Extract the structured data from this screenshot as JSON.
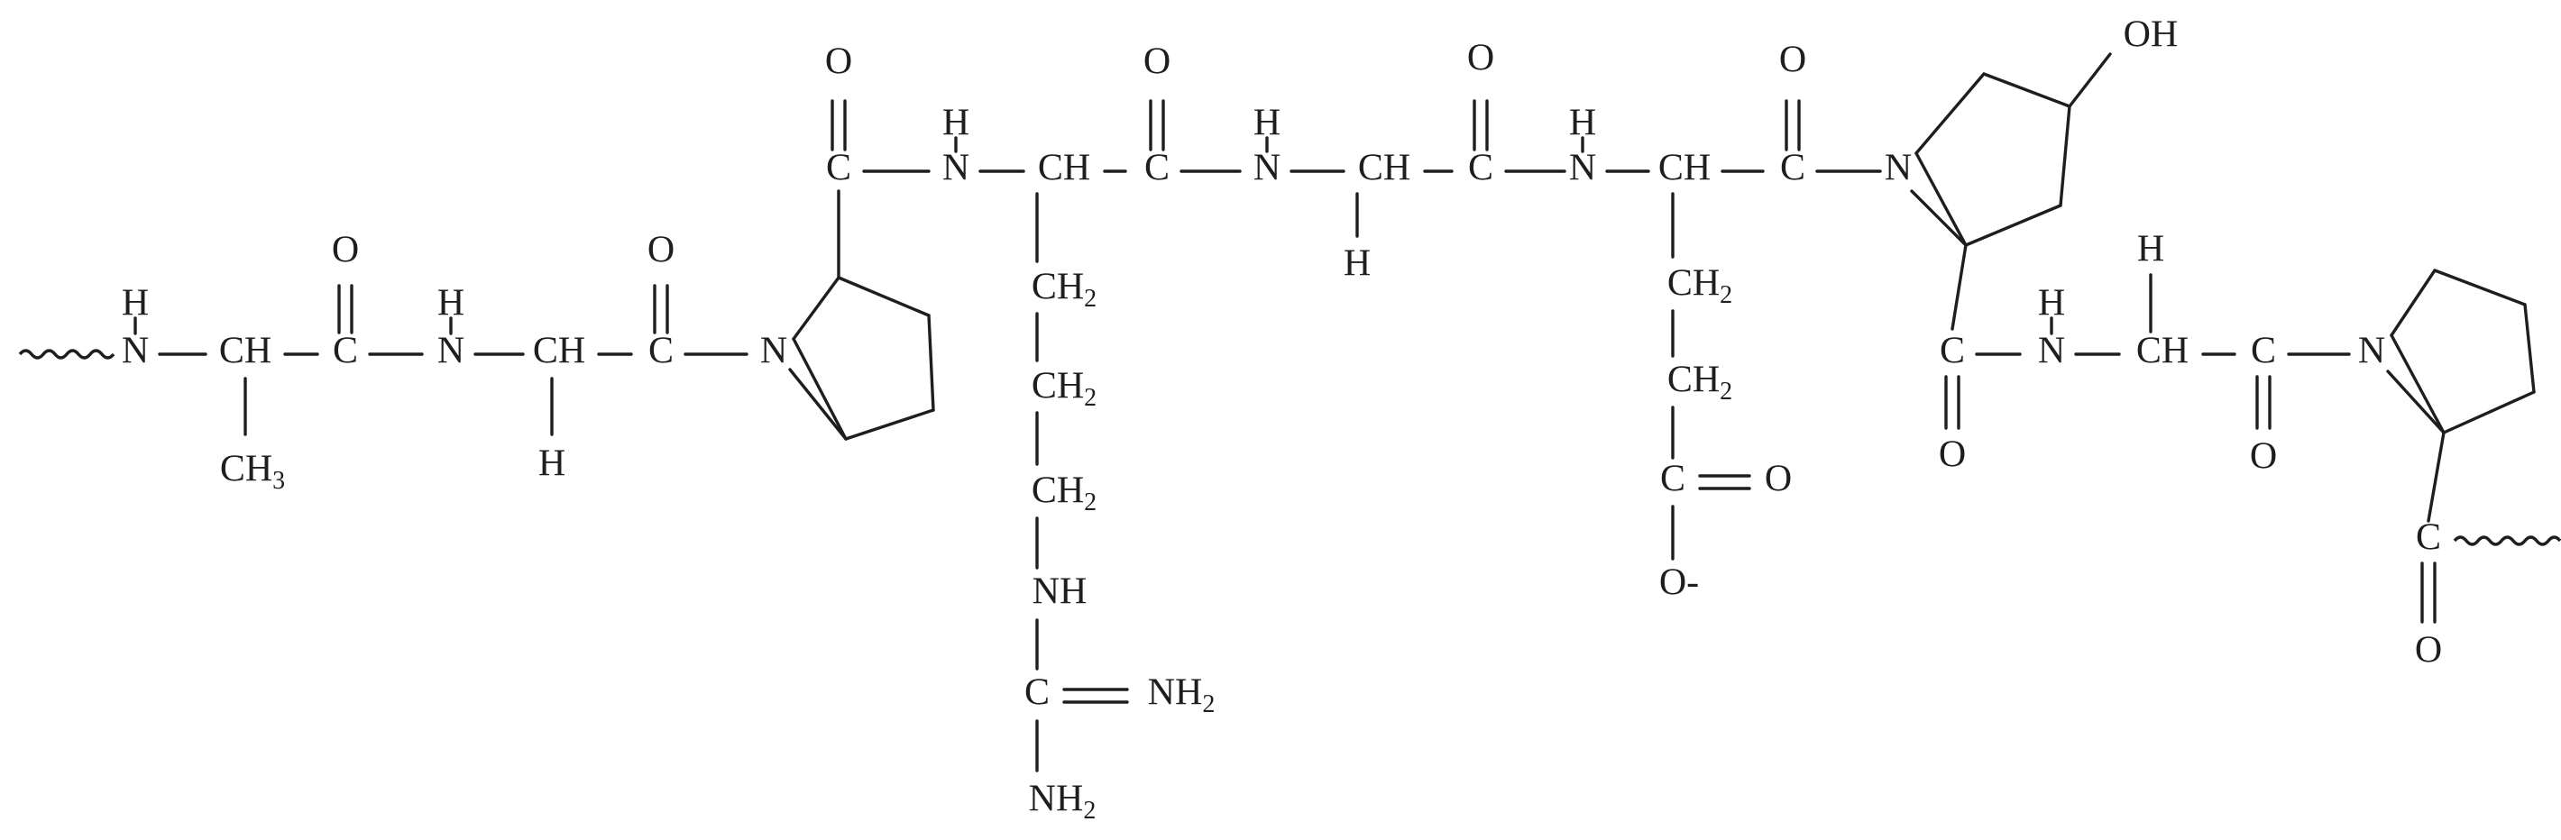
{
  "diagram": {
    "type": "chemical-structure",
    "atoms": {
      "C": "C",
      "H": "H",
      "N": "N",
      "O": "O",
      "NH": "NH",
      "OH": "OH",
      "O_minus": "O-",
      "CH": "CH",
      "CH2": "CH2",
      "CH3": "CH3",
      "NH2": "NH2"
    }
  }
}
